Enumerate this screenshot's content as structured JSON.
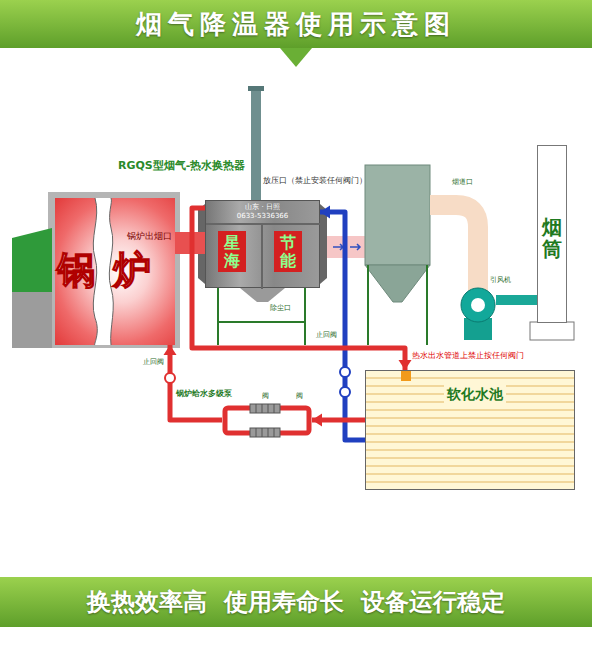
{
  "diagram": {
    "title": "烟气降温器使用示意图",
    "caption": "换热效率高  使用寿命长  设备运行稳定",
    "nodes": [
      {
        "text": [
          "锅炉",
          "锅炉出烟口"
        ]
      },
      {
        "text": [
          "RGQS型烟气-热水换热器",
          "山东 · 日照",
          "0633-5336366",
          "星海",
          "节能"
        ]
      },
      {
        "text": [
          "引风机"
        ]
      },
      {
        "text": [
          "烟筒"
        ]
      },
      {
        "text": [
          "锅炉给水多级泵"
        ]
      },
      {
        "text": [
          "软化水池"
        ]
      }
    ],
    "edges": [
      {
        "from": 0,
        "to": 1,
        "arrow": "none"
      },
      {
        "from": 2,
        "to": 3,
        "arrow": "none"
      },
      {
        "from": 5,
        "to": 1,
        "arrow": "to"
      },
      {
        "from": 1,
        "to": 5,
        "arrow": "to"
      },
      {
        "from": 5,
        "to": 4,
        "arrow": "to"
      },
      {
        "from": 4,
        "to": 0,
        "arrow": "to"
      }
    ],
    "labels": [
      "放压口（禁止安装任何阀门）",
      "除尘口",
      "烟道口",
      "止回阀",
      "止回阀",
      "热水出水管道上禁止按任何阀门",
      "阀",
      "阀"
    ]
  }
}
